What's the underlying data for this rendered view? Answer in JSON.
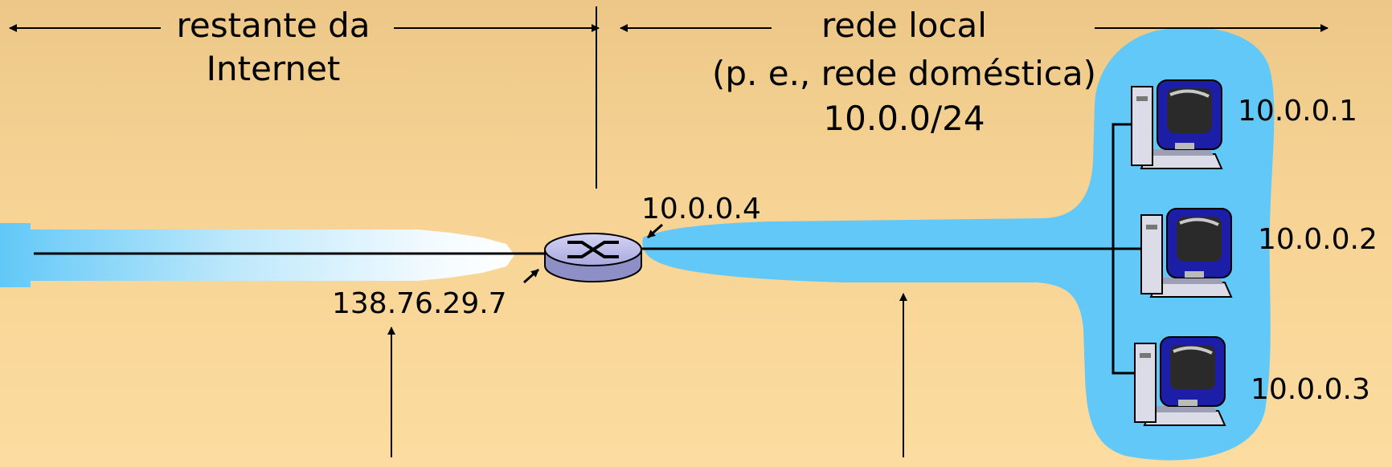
{
  "labels": {
    "rest_line1": "restante da",
    "rest_line2": "Internet",
    "local_line1": "rede local",
    "local_line2": "(p. e., rede doméstica)",
    "local_subnet": "10.0.0/24",
    "router_lan_ip": "10.0.0.4",
    "router_wan_ip": "138.76.29.7",
    "host1_ip": "10.0.0.1",
    "host2_ip": "10.0.0.2",
    "host3_ip": "10.0.0.3"
  },
  "colors": {
    "background_top": "#ecc788",
    "background_bottom": "#fcdca0",
    "lan_blob": "#62c8f7",
    "internet_cloud": "#62c8f7",
    "router_body": "#b8b8e6",
    "line": "#000000"
  },
  "icons": {
    "router": "router-icon",
    "host": "desktop-computer-icon"
  }
}
